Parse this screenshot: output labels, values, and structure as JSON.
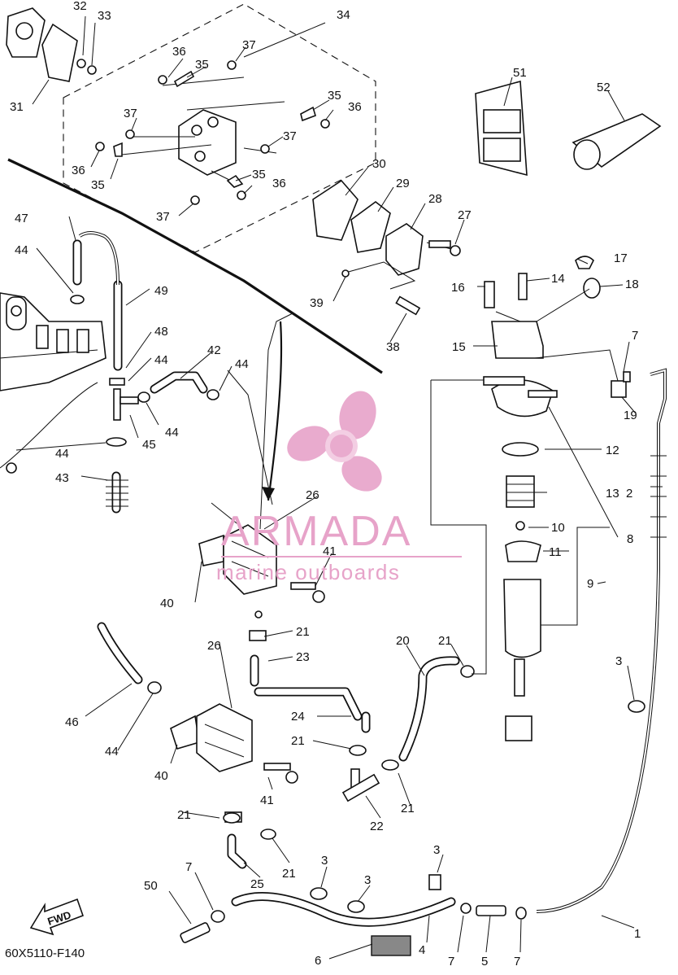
{
  "diagram_code": "60X5110-F140",
  "fwd_label": "FWD",
  "watermark": {
    "brand": "ARMADA",
    "tagline": "marine outboards",
    "color": "#e7a3c9"
  },
  "labels": {
    "p1": "1",
    "p2": "2",
    "p3a": "3",
    "p3b": "3",
    "p3c": "3",
    "p3d": "3",
    "p4": "4",
    "p5": "5",
    "p6": "6",
    "p7a": "7",
    "p7b": "7",
    "p7c": "7",
    "p7d": "7",
    "p8": "8",
    "p9": "9",
    "p10": "10",
    "p11": "11",
    "p12": "12",
    "p13": "13",
    "p14": "14",
    "p15": "15",
    "p16": "16",
    "p17": "17",
    "p18": "18",
    "p19": "19",
    "p20": "20",
    "p21a": "21",
    "p21b": "21",
    "p21c": "21",
    "p21d": "21",
    "p21e": "21",
    "p21f": "21",
    "p22": "22",
    "p23": "23",
    "p24": "24",
    "p25": "25",
    "p26a": "26",
    "p26b": "26",
    "p27": "27",
    "p28": "28",
    "p29": "29",
    "p30": "30",
    "p31": "31",
    "p32": "32",
    "p33": "33",
    "p34": "34",
    "p35a": "35",
    "p35b": "35",
    "p35c": "35",
    "p35d": "35",
    "p36a": "36",
    "p36b": "36",
    "p36c": "36",
    "p36d": "36",
    "p37a": "37",
    "p37b": "37",
    "p37c": "37",
    "p37d": "37",
    "p38": "38",
    "p39": "39",
    "p40a": "40",
    "p40b": "40",
    "p41a": "41",
    "p41b": "41",
    "p42": "42",
    "p43": "43",
    "p44a": "44",
    "p44b": "44",
    "p44c": "44",
    "p44d": "44",
    "p44e": "44",
    "p44f": "44",
    "p45": "45",
    "p46": "46",
    "p47": "47",
    "p48": "48",
    "p49": "49",
    "p50": "50",
    "p51": "51",
    "p52": "52"
  }
}
